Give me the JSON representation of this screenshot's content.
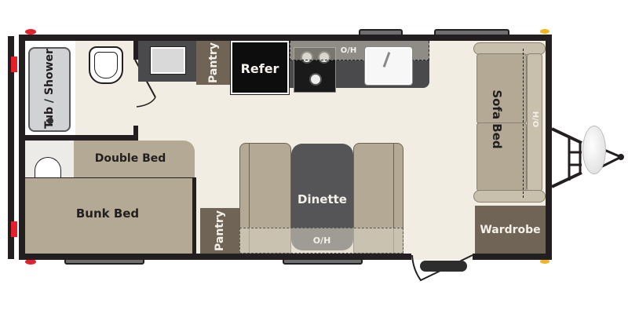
{
  "floorplan": {
    "colors": {
      "wall": "#231f20",
      "floor": "#f1ede3",
      "bath_floor": "#ecebe7",
      "furniture_tan": "#b3a994",
      "furniture_tan_light": "#c8c0ad",
      "cabinet_brown": "#6f6456",
      "counter_dark": "#4a4a4c",
      "table_dark": "#555558",
      "refer_black": "#0d0d0d",
      "marker_red": "#e3202b",
      "marker_amber": "#f2b51c",
      "window_gray": "#6d6e70"
    },
    "rooms": {
      "tub_shower": "Tub / Shower",
      "pantry_top": "Pantry",
      "refer": "Refer",
      "overhead_kitchen": "O/H",
      "sofa_bed": "Sofa Bed",
      "overhead_sofa": "H/O",
      "double_bed": "Double Bed",
      "bunk_bed": "Bunk Bed",
      "pantry_bottom": "Pantry",
      "dinette": "Dinette",
      "overhead_dinette": "O/H",
      "wardrobe": "Wardrobe"
    },
    "fixtures": {
      "toilet": "toilet-icon",
      "bath_sink": "sink-icon",
      "stove": "stove-icon",
      "kitchen_sink": "sink-icon",
      "propane_tanks": "propane-tank-icon",
      "entry_step": "entry-step-icon"
    }
  }
}
